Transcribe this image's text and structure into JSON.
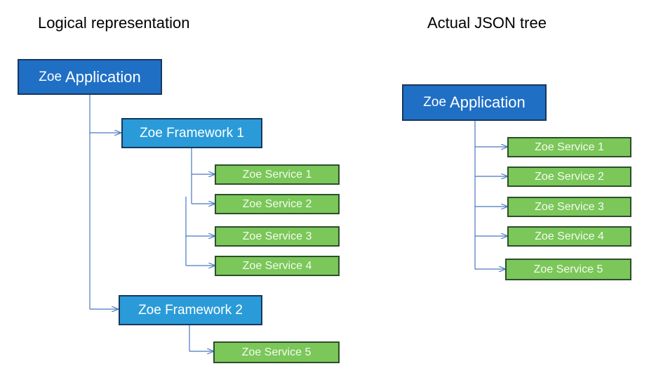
{
  "headings": {
    "logical": "Logical representation",
    "actual": "Actual JSON tree"
  },
  "logical": {
    "application": {
      "prefix": "Zoe",
      "label": "Application"
    },
    "framework1": "Zoe Framework 1",
    "framework2": "Zoe Framework 2",
    "services": [
      "Zoe Service 1",
      "Zoe Service 2",
      "Zoe Service 3",
      "Zoe Service 4",
      "Zoe Service 5"
    ]
  },
  "actual": {
    "application": {
      "prefix": "Zoe",
      "label": "Application"
    },
    "services": [
      "Zoe Service 1",
      "Zoe Service 2",
      "Zoe Service 3",
      "Zoe Service 4",
      "Zoe Service 5"
    ]
  },
  "colors": {
    "application": "#1f6fc5",
    "framework": "#2a9bd8",
    "service": "#7bc75a",
    "connector": "#4a78c0"
  }
}
